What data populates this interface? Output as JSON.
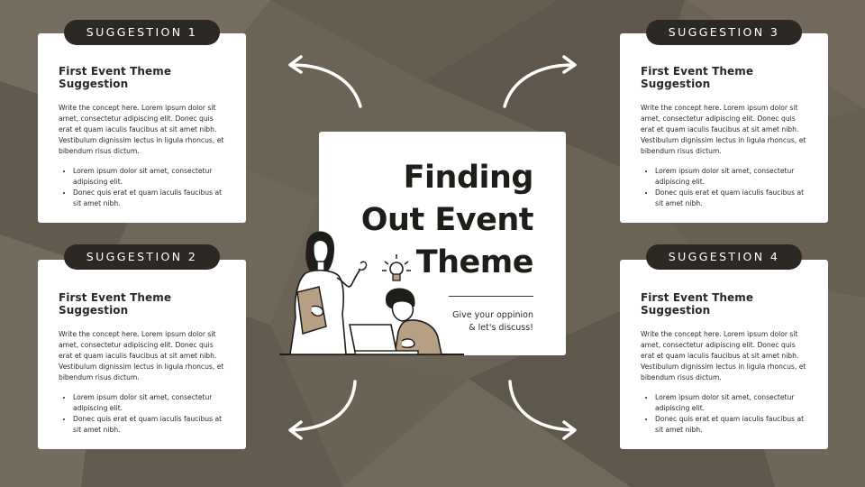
{
  "colors": {
    "background": "#6b6355",
    "card": "#ffffff",
    "pill": "#2c2925",
    "text_dark": "#2a2824",
    "accent_tan": "#b79f83"
  },
  "center": {
    "title_line1": "Finding",
    "title_line2": "Out Event",
    "title_line3": "Theme",
    "subtitle_line1": "Give your oppinion",
    "subtitle_line2": "& let's discuss!"
  },
  "suggestions": [
    {
      "label": "SUGGESTION 1",
      "title": "First Event Theme Suggestion",
      "body": "Write the concept here. Lorem ipsum dolor sit amet, consectetur adipiscing elit. Donec quis erat et quam iaculis faucibus at sit amet nibh. Vestibulum dignissim lectus in ligula rhoncus, et bibendum risus dictum.",
      "bullets": [
        "Lorem ipsum dolor sit amet, consectetur adipiscing elit.",
        "Donec quis erat et quam iaculis faucibus at sit amet nibh."
      ]
    },
    {
      "label": "SUGGESTION 2",
      "title": "First Event Theme Suggestion",
      "body": "Write the concept here. Lorem ipsum dolor sit amet, consectetur adipiscing elit. Donec quis erat et quam iaculis faucibus at sit amet nibh. Vestibulum dignissim lectus in ligula rhoncus, et bibendum risus dictum.",
      "bullets": [
        "Lorem ipsum dolor sit amet, consectetur adipiscing elit.",
        "Donec quis erat et quam iaculis faucibus at sit amet nibh."
      ]
    },
    {
      "label": "SUGGESTION 3",
      "title": "First Event Theme Suggestion",
      "body": "Write the concept here. Lorem ipsum dolor sit amet, consectetur adipiscing elit. Donec quis erat et quam iaculis faucibus at sit amet nibh. Vestibulum dignissim lectus in ligula rhoncus, et bibendum risus dictum.",
      "bullets": [
        "Lorem ipsum dolor sit amet, consectetur adipiscing elit.",
        "Donec quis erat et quam iaculis faucibus at sit amet nibh."
      ]
    },
    {
      "label": "SUGGESTION 4",
      "title": "First Event Theme Suggestion",
      "body": "Write the concept here. Lorem ipsum dolor sit amet, consectetur adipiscing elit. Donec quis erat et quam iaculis faucibus at sit amet nibh. Vestibulum dignissim lectus in ligula rhoncus, et bibendum risus dictum.",
      "bullets": [
        "Lorem ipsum dolor sit amet, consectetur adipiscing elit.",
        "Donec quis erat et quam iaculis faucibus at sit amet nibh."
      ]
    }
  ],
  "icons": {
    "illustration": "two-people-laptop-illustration",
    "idea": "lightbulb-icon",
    "arrows": "curved-arrow-icon"
  }
}
